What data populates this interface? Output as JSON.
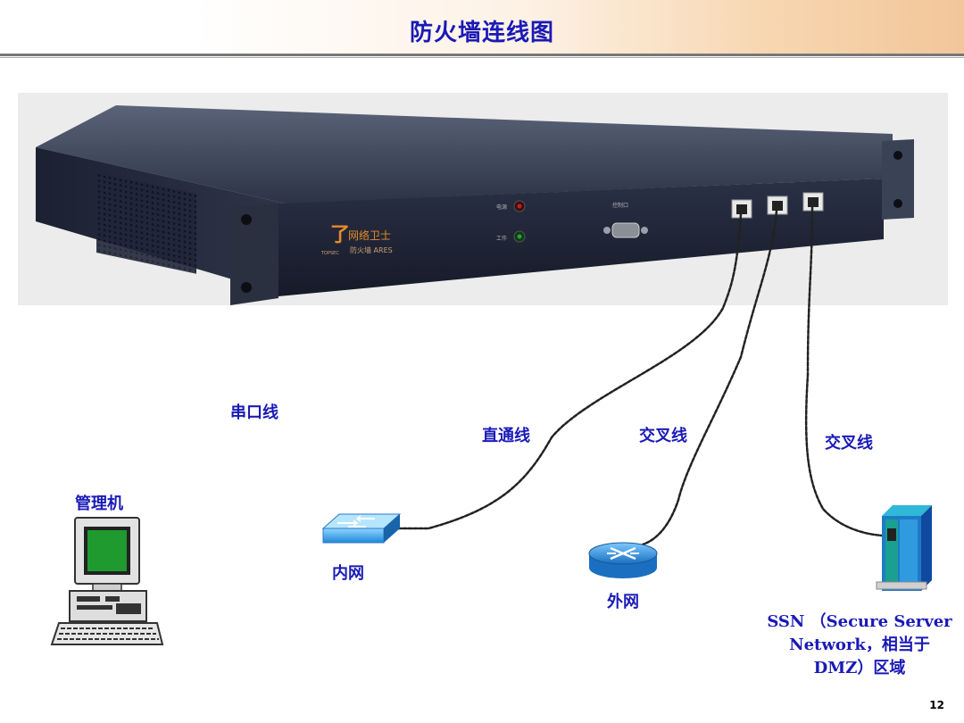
{
  "title": "防火墙连线图",
  "labels": {
    "serial": "串口线",
    "straight": "直通线",
    "cross1": "交叉线",
    "cross2": "交叉线",
    "mgmt": "管理机",
    "inner": "内网",
    "outer": "外网",
    "ssn": "SSN （Secure Server Network，相当于DMZ）区域"
  },
  "device": {
    "brand": "网络卫士",
    "model": "防火墙 ARES",
    "maker": "TOPSEC",
    "led_power": "电源",
    "led_work": "工作",
    "console": "控制口"
  },
  "page_number": "12"
}
